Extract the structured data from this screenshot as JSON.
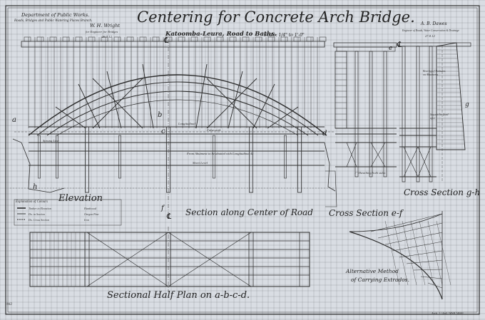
{
  "title": "Centering for Concrete Arch Bridge.",
  "subtitle": "Katoomba-Leura, Road to Baths.",
  "scale": "Scale: 1/4\" to 1'-0\"",
  "department": {
    "line1": "Department of Public Works.",
    "line2": "Roads, Bridges and Public Watering Places Branch."
  },
  "signature_left": "W. H. Wright",
  "signature_left_sub": "for Engineer for Bridges",
  "date_left": "26.7.12",
  "signature_right": "A. B. Dawes",
  "signature_right_sub": "Engineer of Roads, Water Conservation & Drainage",
  "date_right": "27.8.12",
  "views": {
    "elevation": "Elevation",
    "section_center": "Section along Center of Road",
    "cross_section_ef": "Cross Section e-f",
    "cross_section_gh": "Cross Section g-h",
    "half_plan": "Sectional Half Plan on a-b-c-d.",
    "alternative_line1": "Alternative Method",
    "alternative_line2": "of Carrying Extrados."
  },
  "markers": {
    "a": "a",
    "b": "b",
    "c": "c",
    "d": "d",
    "e": "e",
    "f": "f",
    "g": "g",
    "h": "h",
    "cl_mark": "℄",
    "ef_e": "e",
    "ef_d": "d",
    "ef_f": "f"
  },
  "annotations": {
    "spring_line": "Sprung Line",
    "from_abutment": "From Abutment to be abutted with Longitudinal 4x",
    "sheet_level": "Sheet Level",
    "bearing": "Bearing of Extrados on Abutments",
    "stays": "Stays to be fixed after",
    "surface_distinct": "1\" Sheathing both sides",
    "longitudinal": "Longitudinal",
    "falsework": "Falsework"
  },
  "legend_title": "Explanation of Colours",
  "legend_rows": [
    {
      "label": "Timber in Elevation",
      "value": "Hardwood"
    },
    {
      "label": "Do. in Section",
      "value": "Oregon Pine"
    },
    {
      "label": "Do. Cross Section",
      "value": "Iron"
    }
  ],
  "stamp_bottom_left": "1042",
  "archive_note": "Arch. 1 / 4x4 / MSB 74000"
}
